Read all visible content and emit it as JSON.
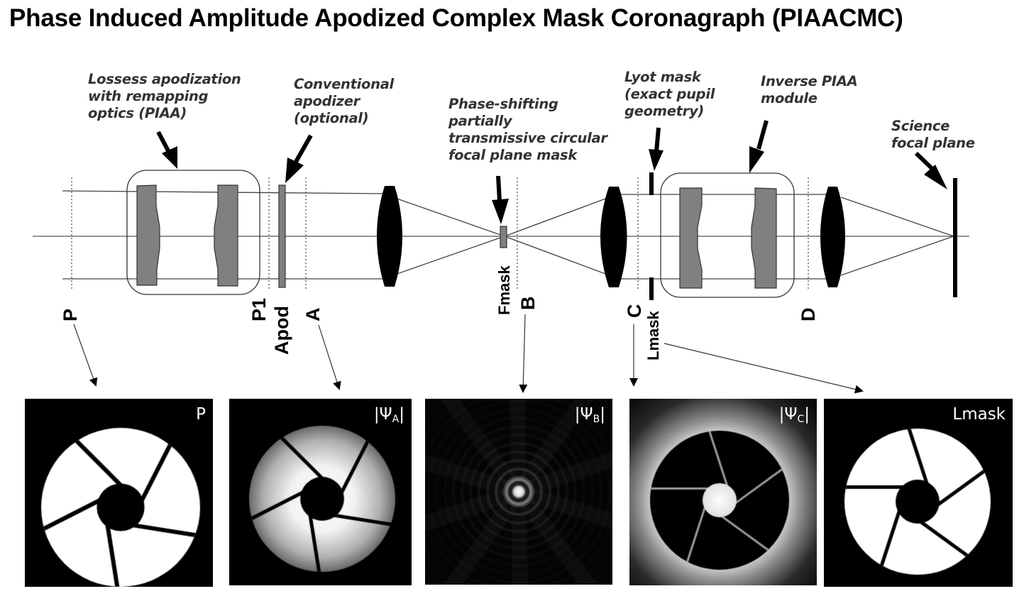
{
  "title": "Phase Induced Amplitude Apodized Complex Mask Coronagraph (PIAACMC)",
  "annotations": {
    "piaa": "Lossess apodization\nwith remapping\noptics (PIAA)",
    "apodizer": "Conventional\napodizer\n(optional)",
    "fpm": "Phase-shifting\npartially\ntransmissive circular\nfocal plane mask",
    "lyot": "Lyot mask\n(exact pupil\ngeometry)",
    "inverse_piaa": "Inverse PIAA\nmodule",
    "science": "Science\nfocal plane"
  },
  "plane_labels": {
    "P": "P",
    "P1": "P1",
    "Apod": "Apod",
    "A": "A",
    "Fmask": "Fmask",
    "B": "B",
    "C": "C",
    "Lmask": "Lmask",
    "D": "D"
  },
  "panels": [
    {
      "id": "P",
      "label": "P",
      "sub": "",
      "kind": "pupil"
    },
    {
      "id": "A",
      "label": "|Ψ",
      "sub": "A",
      "label_end": "|",
      "kind": "apodized"
    },
    {
      "id": "B",
      "label": "|Ψ",
      "sub": "B",
      "label_end": "|",
      "kind": "psf"
    },
    {
      "id": "C",
      "label": "|Ψ",
      "sub": "C",
      "label_end": "|",
      "kind": "lyot-plane"
    },
    {
      "id": "Lmask",
      "label": "Lmask",
      "sub": "",
      "kind": "lyot-mask"
    }
  ],
  "pupil_geometry": {
    "spider_count": 5,
    "central_obscuration_fraction": 0.24
  },
  "colors": {
    "optic_gray": "#808080",
    "ink": "#000000",
    "text": "#333333",
    "panel_bg": "#000000",
    "pupil_white": "#ffffff"
  }
}
